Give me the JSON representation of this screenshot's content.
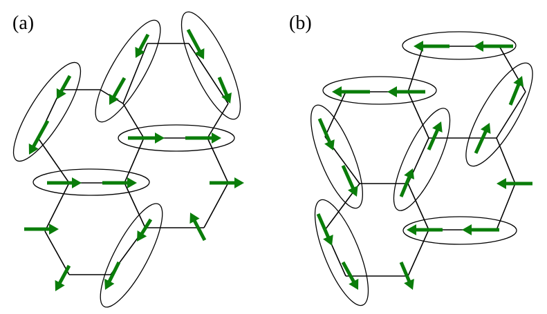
{
  "panels": [
    {
      "id": "a",
      "label": "(a)"
    },
    {
      "id": "b",
      "label": "(b)"
    }
  ],
  "colors": {
    "arrow": "#0a7d0a",
    "line": "#000000",
    "background": "#ffffff"
  }
}
